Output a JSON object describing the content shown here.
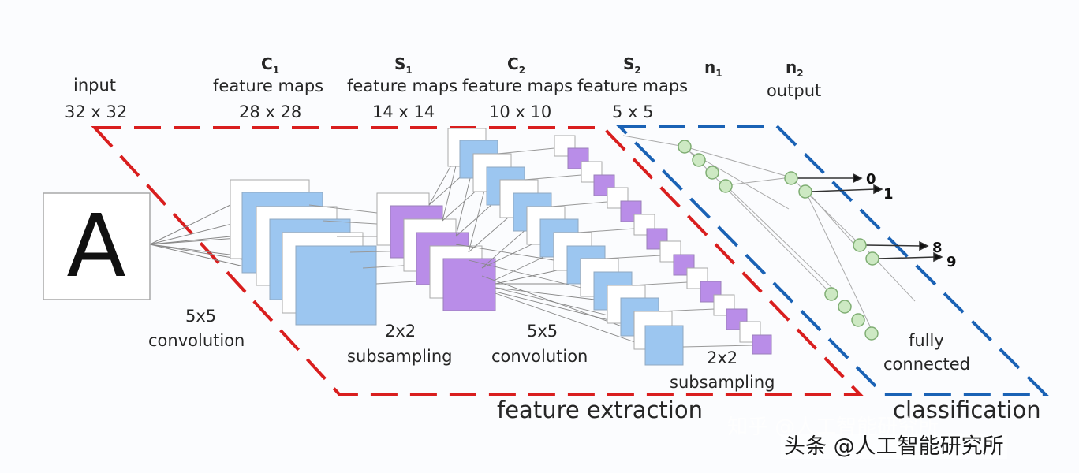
{
  "header": {
    "input_title": "input",
    "input_size": "32 x 32",
    "c1_symbol": "C",
    "c1_sub": "1",
    "c1_title": "feature maps",
    "c1_size": "28 x 28",
    "s1_symbol": "S",
    "s1_sub": "1",
    "s1_title": "feature maps",
    "s1_size": "14 x 14",
    "c2_symbol": "C",
    "c2_sub": "2",
    "c2_title": "feature maps",
    "c2_size": "10 x 10",
    "s2_symbol": "S",
    "s2_sub": "2",
    "s2_title": "feature maps",
    "s2_size": "5 x 5",
    "n1_symbol": "n",
    "n1_sub": "1",
    "n2_symbol": "n",
    "n2_sub": "2",
    "n2_title": "output"
  },
  "input_glyph": "A",
  "operations": {
    "conv1_line1": "5x5",
    "conv1_line2": "convolution",
    "sub1_line1": "2x2",
    "sub1_line2": "subsampling",
    "conv2_line1": "5x5",
    "conv2_line2": "convolution",
    "sub2_line1": "2x2",
    "sub2_line2": "subsampling",
    "fc_line1": "fully",
    "fc_line2": "connected"
  },
  "outputs": [
    "0",
    "1",
    "8",
    "9"
  ],
  "sections": {
    "feature_extraction": "feature extraction",
    "classification": "classification"
  },
  "watermarks": {
    "zhihu": "知乎 @人工智能研究所",
    "toutiao": "头条 @人工智能研究所"
  },
  "colors": {
    "red_dash": "#d91e1e",
    "blue_dash": "#1a62b5",
    "conv_map": "#9cc6f0",
    "pool_map": "#b98de8",
    "neuron": "#cde9c3"
  }
}
